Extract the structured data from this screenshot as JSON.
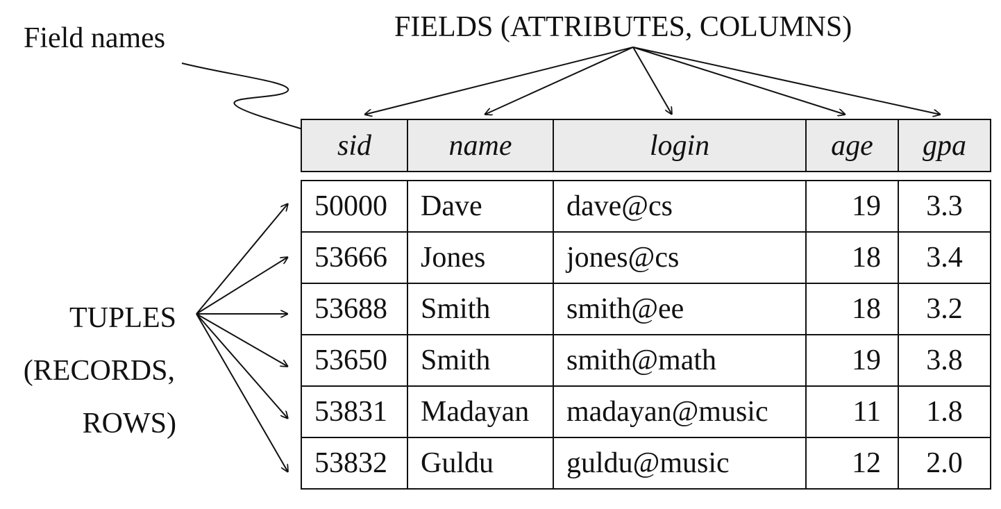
{
  "labels": {
    "field_names": "Field names",
    "fields_title": "FIELDS (ATTRIBUTES, COLUMNS)",
    "tuples_line1": "TUPLES",
    "tuples_line2": "(RECORDS,",
    "tuples_line3": "ROWS)"
  },
  "table": {
    "columns": [
      "sid",
      "name",
      "login",
      "age",
      "gpa"
    ],
    "rows": [
      [
        "50000",
        "Dave",
        "dave@cs",
        "19",
        "3.3"
      ],
      [
        "53666",
        "Jones",
        "jones@cs",
        "18",
        "3.4"
      ],
      [
        "53688",
        "Smith",
        "smith@ee",
        "18",
        "3.2"
      ],
      [
        "53650",
        "Smith",
        "smith@math",
        "19",
        "3.8"
      ],
      [
        "53831",
        "Madayan",
        "madayan@music",
        "11",
        "1.8"
      ],
      [
        "53832",
        "Guldu",
        "guldu@music",
        "12",
        "2.0"
      ]
    ]
  },
  "colors": {
    "ink": "#111111",
    "header_fill": "#ebebeb",
    "background": "#ffffff"
  }
}
